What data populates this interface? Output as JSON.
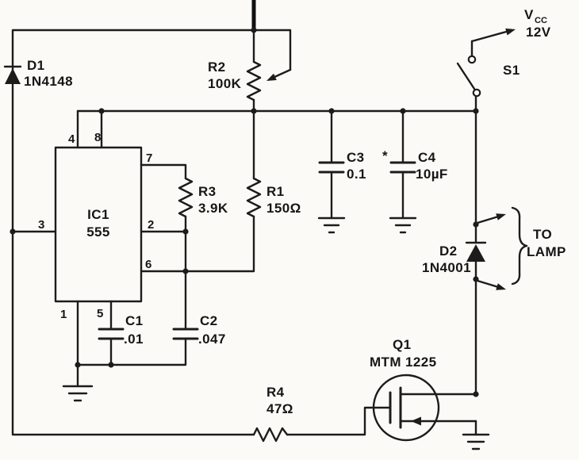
{
  "diagram": {
    "title": "555 timer lamp flasher schematic",
    "ink_color": "#1c1c1c",
    "paper_color": "#fbfaf6",
    "labels": {
      "d1_ref": "D1",
      "d1_val": "1N4148",
      "r2_ref": "R2",
      "r2_val": "100K",
      "ic1_ref": "IC1",
      "ic1_val": "555",
      "pin4": "4",
      "pin8": "8",
      "pin7": "7",
      "pin3": "3",
      "pin2": "2",
      "pin6": "6",
      "pin1": "1",
      "pin5": "5",
      "r3_ref": "R3",
      "r3_val": "3.9K",
      "r1_ref": "R1",
      "r1_val": "150Ω",
      "c3_ref": "C3",
      "c3_val": "0.1",
      "c4_star": "*",
      "c4_ref": "C4",
      "c4_val": "10µF",
      "s1_ref": "S1",
      "vcc_v": "V",
      "vcc_sub": "CC",
      "vcc_val": "12V",
      "d2_ref": "D2",
      "d2_val": "1N4001",
      "to_lamp_line1": "TO",
      "to_lamp_line2": "LAMP",
      "q1_ref": "Q1",
      "q1_val": "MTM 1225",
      "r4_ref": "R4",
      "r4_val": "47Ω",
      "c1_ref": "C1",
      "c1_val": ".01",
      "c2_ref": "C2",
      "c2_val": ".047"
    }
  }
}
